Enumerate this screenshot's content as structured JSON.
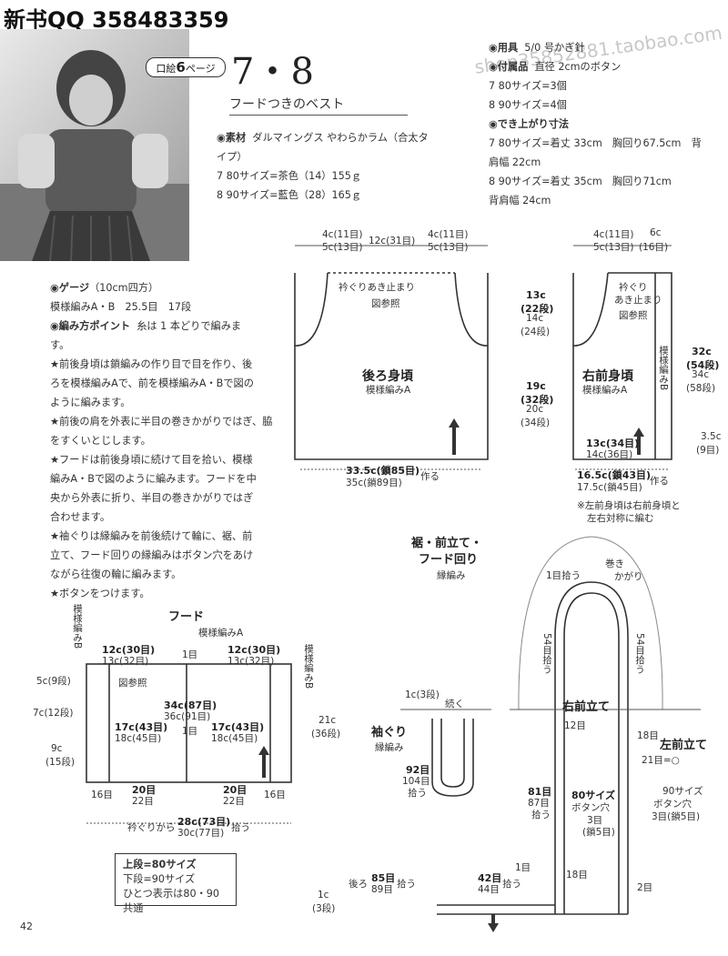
{
  "watermark": "新书QQ 358483359",
  "watermark_shop": "shop35852881.taobao.com",
  "header": {
    "badge_pre": "口絵",
    "badge_num": "6",
    "badge_post": "ページ",
    "pattern_number": "7・8",
    "title": "フードつきのベスト"
  },
  "materials": {
    "label": "◉素材",
    "text1": "ダルマイングス やわらかラム（合太タ",
    "text2": "イプ）",
    "line7": "7 80サイズ=茶色（14）155ｇ",
    "line8": "8 90サイズ=藍色（28）165ｇ"
  },
  "tools": {
    "label": "◉用具",
    "text": "5/0 号かぎ針",
    "accessory_label": "◉付属品",
    "accessory_text": "直径 2cmのボタン",
    "acc7": "7 80サイズ=3個",
    "acc8": "8 90サイズ=4個",
    "size_label": "◉でき上がり寸法",
    "size7a": "7 80サイズ=着丈 33cm　胸回り67.5cm　背",
    "size7b": "肩幅 22cm",
    "size8a": "8 90サイズ=着丈 35cm　胸回り71cm",
    "size8b": "背肩幅 24cm"
  },
  "gauge": {
    "label": "◉ゲージ",
    "label_note": "（10cm四方）",
    "text": "模様編みA・B　25.5目　17段",
    "point_label": "◉編み方ポイント",
    "point_text": "糸は 1 本どりで編みま",
    "point_text2": "す。",
    "steps": [
      "★前後身頃は鎖編みの作り目で目を作り、後",
      "ろを模様編みAで、前を模様編みA・Bで図の",
      "ように編みます。",
      "★前後の肩を外表に半目の巻きかがりではぎ、脇をすくいとじします。",
      "★フードは前後身頃に続けて目を拾い、模様",
      "編みA・Bで図のように編みます。フードを中",
      "央から外表に折り、半目の巻きかがりではぎ",
      "合わせます。",
      "★袖ぐりは縁編みを前後続けて輪に、裾、前",
      "立て、フード回りの縁編みはボタン穴をあけ",
      "ながら往復の輪に編みます。",
      "★ボタンをつけます。"
    ]
  },
  "back": {
    "title": "後ろ身頃",
    "pattern": "模様編みA",
    "neck_note1": "衿ぐりあき止まり",
    "neck_note2": "図参照",
    "top_l1": "4c(11目)",
    "top_l2": "5c(13目)",
    "top_m": "12c(31目)",
    "top_r1": "4c(11目)",
    "top_r2": "5c(13目)",
    "side_a1": "13c",
    "side_a2": "(22段)",
    "side_a3": "14c",
    "side_a4": "(24段)",
    "side_b1": "19c",
    "side_b2": "(32段)",
    "side_b3": "20c",
    "side_b4": "(34段)",
    "bottom1": "33.5c(鎖85目)",
    "bottom2": "35c(鎖89目)",
    "bottom_note": "作る"
  },
  "front": {
    "title": "右前身頃",
    "pattern": "模様編みA",
    "pattern_b": "模様編みB",
    "neck_note1": "衿ぐり",
    "neck_note2": "あき止まり",
    "neck_note3": "図参照",
    "top_l1": "4c(11目)",
    "top_l2": "5c(13目)",
    "top_r1": "6c",
    "top_r2": "(16目)",
    "side_a1": "32c",
    "side_a2": "(54段)",
    "side_a3": "34c",
    "side_a4": "(58段)",
    "b_l1": "13c(34目)",
    "b_l2": "14c(36目)",
    "side_b1": "3.5c",
    "side_b2": "(9目)",
    "bottom1": "16.5c(鎖43目)",
    "bottom2": "17.5c(鎖45目)",
    "bottom_note": "作る",
    "note1": "※左前身頃は右前身頃と",
    "note2": "左右対称に編む"
  },
  "border": {
    "title1": "裾・前立て・",
    "title2": "フード回り",
    "pattern": "縁編み",
    "pick1": "1目拾う",
    "wind": "巻き",
    "wind2": "かがり",
    "pick54": "54目拾う",
    "pick54b": "54目拾う",
    "right_front": "右前立て",
    "left_front": "左前立て",
    "twelve": "12目",
    "eighteen_r": "18目",
    "twentyone": "21目=○",
    "s80": "80サイズ",
    "btn_hole": "ボタン穴",
    "three": "3目",
    "chain5": "(鎖5目)",
    "s90": "90サイズ",
    "btn_hole2": "ボタン穴",
    "three_chain": "3目(鎖5目)",
    "p81": "81目",
    "p87": "87目",
    "pick": "拾う",
    "one_me": "1目",
    "eighteen": "18目",
    "two_me": "2目",
    "back85": "後ろ",
    "b85": "85目",
    "b89": "89目",
    "pick2": "拾う",
    "f42": "42目",
    "f44": "44目",
    "pick3": "拾う",
    "c1": "1c",
    "c1b": "(3段)",
    "sleeve_title": "袖ぐり",
    "sleeve_pattern": "縁編み",
    "sleeve_c": "1c(3段)",
    "sleeve_cont": "続く",
    "s92": "92目",
    "s104": "104目",
    "s_pick": "拾う"
  },
  "hood": {
    "title": "フード",
    "pattern_a": "模様編みA",
    "pattern_b_l": "模様編みB",
    "pattern_b_r": "模様編みB",
    "top_l1": "12c(30目)",
    "top_l2": "13c(32目)",
    "top_m": "1目",
    "top_r1": "12c(30目)",
    "top_r2": "13c(32目)",
    "fig_ref": "図参照",
    "mid1": "34c(87目)",
    "mid2": "36c(91目)",
    "mid_m": "1目",
    "l17": "17c(43目)",
    "l18": "18c(45目)",
    "r17": "17c(43目)",
    "r18": "18c(45目)",
    "left_5": "5c(9段)",
    "left_7": "7c(12段)",
    "left_9": "9c",
    "left_9b": "(15段)",
    "right_21": "21c",
    "right_21b": "(36段)",
    "b16l": "16目",
    "b20l": "20目",
    "b22l": "22目",
    "b20r": "20目",
    "b22r": "22目",
    "b16r": "16目",
    "bottom_pre": "衿ぐりから",
    "bottom1": "28c(73目)",
    "bottom2": "30c(77目)",
    "bottom_post": "拾う"
  },
  "legend": {
    "upper": "上段=80サイズ",
    "lower": "下段=90サイズ",
    "common": "ひとつ表示は80・90共通"
  },
  "page_number": "42"
}
